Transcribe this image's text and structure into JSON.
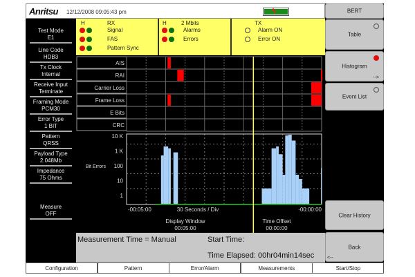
{
  "header": {
    "logo": "Anritsu",
    "datetime": "12/12/2008 09:05:43 pm",
    "battery_icon": "battery-charging-icon"
  },
  "status": {
    "rx": {
      "h": "H",
      "title": "RX",
      "items": [
        "Signal",
        "FAS",
        "Pattern Sync"
      ]
    },
    "mbits": {
      "h": "H",
      "title": "2 Mbits",
      "items": [
        "Alarms",
        "Errors"
      ]
    },
    "tx": {
      "title": "TX",
      "items": [
        "Alarm ON",
        "Error  ON"
      ]
    }
  },
  "left_panel": [
    {
      "label": "Test Mode",
      "value": "E1"
    },
    {
      "label": "Line Code",
      "value": "HDB3"
    },
    {
      "label": "Tx Clock",
      "value": "Internal"
    },
    {
      "label": "Receive Input",
      "value": "Terminate"
    },
    {
      "label": "Framing Mode",
      "value": "PCM30"
    },
    {
      "label": "Error Type",
      "value": "1 BIT"
    },
    {
      "label": "Pattern",
      "value": "QRSS"
    },
    {
      "label": "Payload Type",
      "value": "2.048Mb"
    },
    {
      "label": "Impedance",
      "value": "75 Ohms"
    },
    {
      "label": "Measure",
      "value": "OFF"
    }
  ],
  "right_panel": {
    "title": "BERT",
    "buttons": [
      {
        "label": "Table",
        "indicator": "off"
      },
      {
        "label": "Histogram",
        "indicator": "on",
        "arrow": "-->"
      },
      {
        "label": "Event List",
        "indicator": "off"
      },
      {
        "label": "Clear History"
      },
      {
        "label": "Back",
        "arrow": "<--"
      }
    ]
  },
  "chart_data": {
    "type": "bar",
    "alarm_rows": [
      "AIS",
      "RAI",
      "Carrier Loss",
      "Frame Loss",
      "E Bits",
      "CRC"
    ],
    "alarm_events": [
      {
        "row": "AIS",
        "start": -237,
        "end": -232
      },
      {
        "row": "RAI",
        "start": -222,
        "end": -212
      },
      {
        "row": "RAI",
        "start": -1,
        "end": 0
      },
      {
        "row": "Frame Loss",
        "start": -237,
        "end": -232
      },
      {
        "row": "Carrier Loss",
        "start": -16,
        "end": 0
      },
      {
        "row": "Frame Loss",
        "start": -16,
        "end": 0
      }
    ],
    "ylabel": "Bit Errors",
    "yscale": "log",
    "yticks": [
      "10 K",
      "1 K",
      "100",
      "10",
      "1"
    ],
    "ytick_values": [
      10000,
      1000,
      100,
      10,
      1
    ],
    "xlim": [
      -300,
      0
    ],
    "x_left_label": "-00:05:00",
    "x_right_label": "-00:00:00",
    "x_div_label": "30 Seconds / Div",
    "grid": true,
    "bar_color": "#a8d0f8",
    "alarm_color": "#ff0000",
    "cursor_time": -105,
    "cursor_color": "#ffff40",
    "bars": [
      {
        "start": -247,
        "end": -243,
        "value": 500
      },
      {
        "start": -243,
        "end": -236,
        "value": 2000
      },
      {
        "start": -236,
        "end": -232,
        "value": 1500
      },
      {
        "start": -228,
        "end": -221,
        "value": 800
      },
      {
        "start": -92,
        "end": -77,
        "value": 3
      },
      {
        "start": -77,
        "end": -70,
        "value": 1500
      },
      {
        "start": -70,
        "end": -66,
        "value": 2000
      },
      {
        "start": -66,
        "end": -60,
        "value": 600
      },
      {
        "start": -60,
        "end": -56,
        "value": 25
      },
      {
        "start": -56,
        "end": -51,
        "value": 11000
      },
      {
        "start": -51,
        "end": -46,
        "value": 15000
      },
      {
        "start": -46,
        "end": -40,
        "value": 5000
      },
      {
        "start": -40,
        "end": -35,
        "value": 25
      },
      {
        "start": -35,
        "end": -30,
        "value": 13
      },
      {
        "start": -30,
        "end": -19,
        "value": 3
      },
      {
        "start": -1,
        "end": 0,
        "value": 70
      }
    ]
  },
  "display_window": {
    "label": "Display Window",
    "value": "00:05:00"
  },
  "time_offset": {
    "label": "Time Offset",
    "value": "00:00:00"
  },
  "measurement": {
    "mode": "Measurement Time = Manual",
    "start": "Start Time:",
    "elapsed": "Time Elapsed: 00hr04min14sec"
  },
  "tabs": [
    "Configuration",
    "Pattern",
    "Error/Alarm",
    "Measurements",
    "Start/Stop"
  ]
}
